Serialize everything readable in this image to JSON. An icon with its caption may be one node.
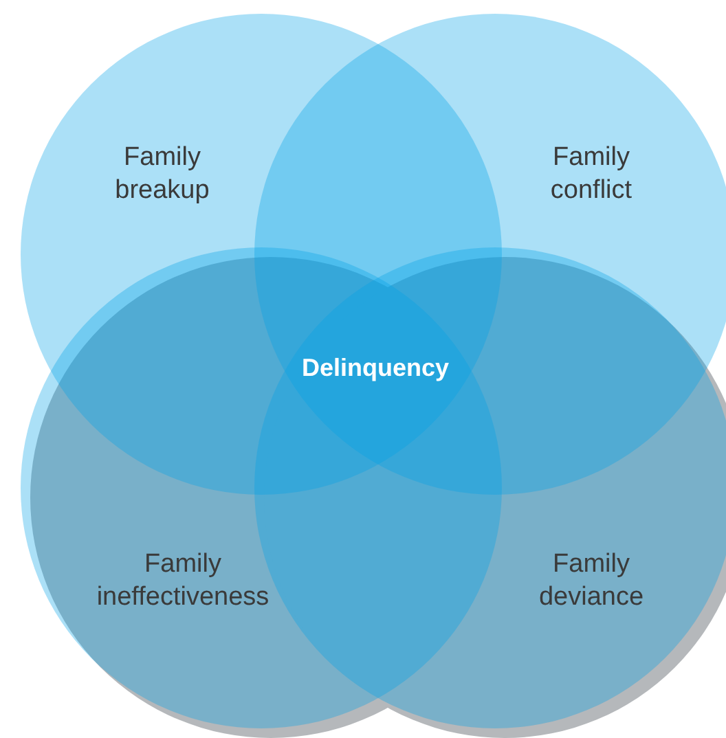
{
  "diagram": {
    "nodes": [
      {
        "text": [
          "Family breakup"
        ]
      },
      {
        "text": [
          "Family conflict"
        ]
      },
      {
        "text": [
          "Family ineffectiveness"
        ]
      },
      {
        "text": [
          "Family deviance"
        ]
      }
    ],
    "labels": [
      "Delinquency"
    ]
  }
}
